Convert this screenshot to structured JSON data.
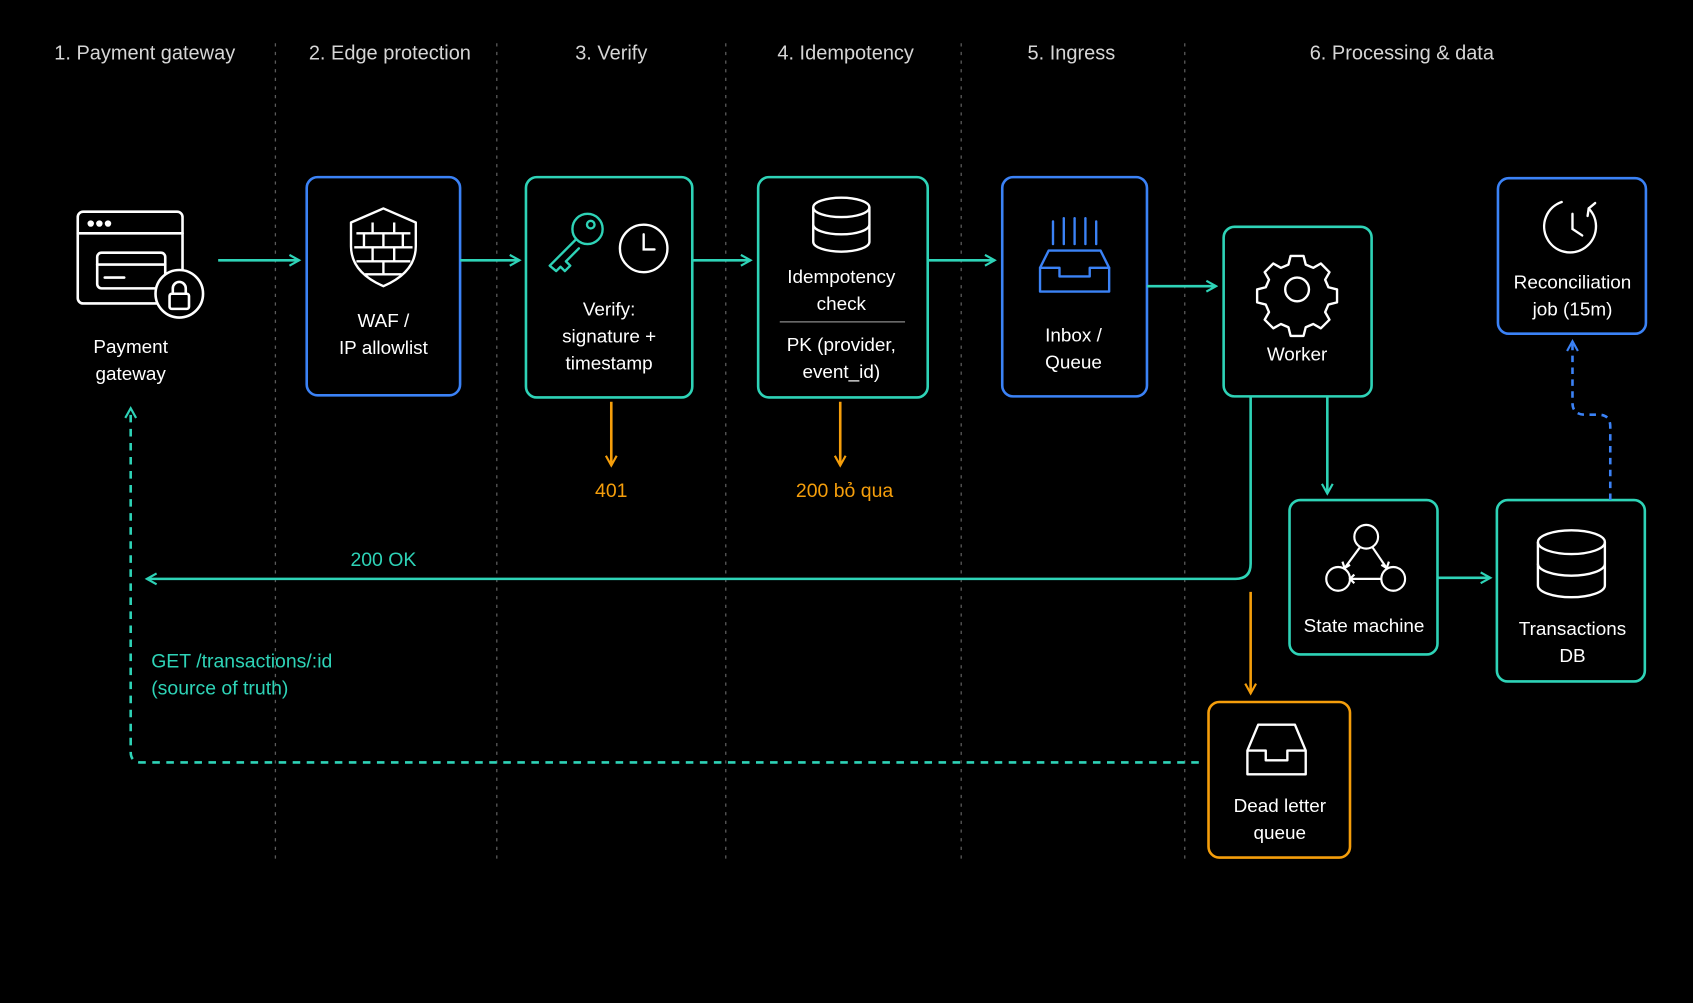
{
  "colors": {
    "background": "#000000",
    "teal": "#2ed3b7",
    "blue": "#3b82f6",
    "orange": "#f59e0b",
    "white": "#ffffff",
    "divider": "#5b5b5b"
  },
  "columns": [
    "1. Payment gateway",
    "2. Edge protection",
    "3. Verify",
    "4. Idempotency",
    "5. Ingress",
    "6. Processing & data"
  ],
  "nodes": {
    "gateway": {
      "lines": [
        "Payment",
        "gateway"
      ],
      "icon": "payment-window-lock-icon"
    },
    "waf": {
      "lines": [
        "WAF /",
        "IP allowlist"
      ],
      "icon": "shield-firewall-icon",
      "color": "blue"
    },
    "verify": {
      "lines": [
        "Verify:",
        "signature +",
        "timestamp"
      ],
      "icon": "key-clock-icon",
      "color": "teal"
    },
    "idem": {
      "lines": [
        "Idempotency",
        "check"
      ],
      "sub_lines": [
        "PK (provider,",
        "event_id)"
      ],
      "icon": "database-icon",
      "color": "teal"
    },
    "inbox": {
      "lines": [
        "Inbox /",
        "Queue"
      ],
      "icon": "inbox-tray-icon",
      "color": "blue"
    },
    "worker": {
      "lines": [
        "Worker"
      ],
      "icon": "gear-icon",
      "color": "teal"
    },
    "state": {
      "lines": [
        "State machine"
      ],
      "icon": "state-graph-icon",
      "color": "teal"
    },
    "db": {
      "lines": [
        "Transactions",
        "DB"
      ],
      "icon": "database-icon",
      "color": "teal"
    },
    "recon": {
      "lines": [
        "Reconciliation",
        "job (15m)"
      ],
      "icon": "clock-refresh-icon",
      "color": "blue"
    },
    "dlq": {
      "lines": [
        "Dead letter",
        "queue"
      ],
      "icon": "inbox-tray-icon",
      "color": "orange"
    }
  },
  "edges": {
    "reject_401": "401",
    "skip_200": "200 bỏ qua",
    "ok_200": "200 OK",
    "get_lines": [
      "GET /transactions/:id",
      "(source of truth)"
    ]
  }
}
